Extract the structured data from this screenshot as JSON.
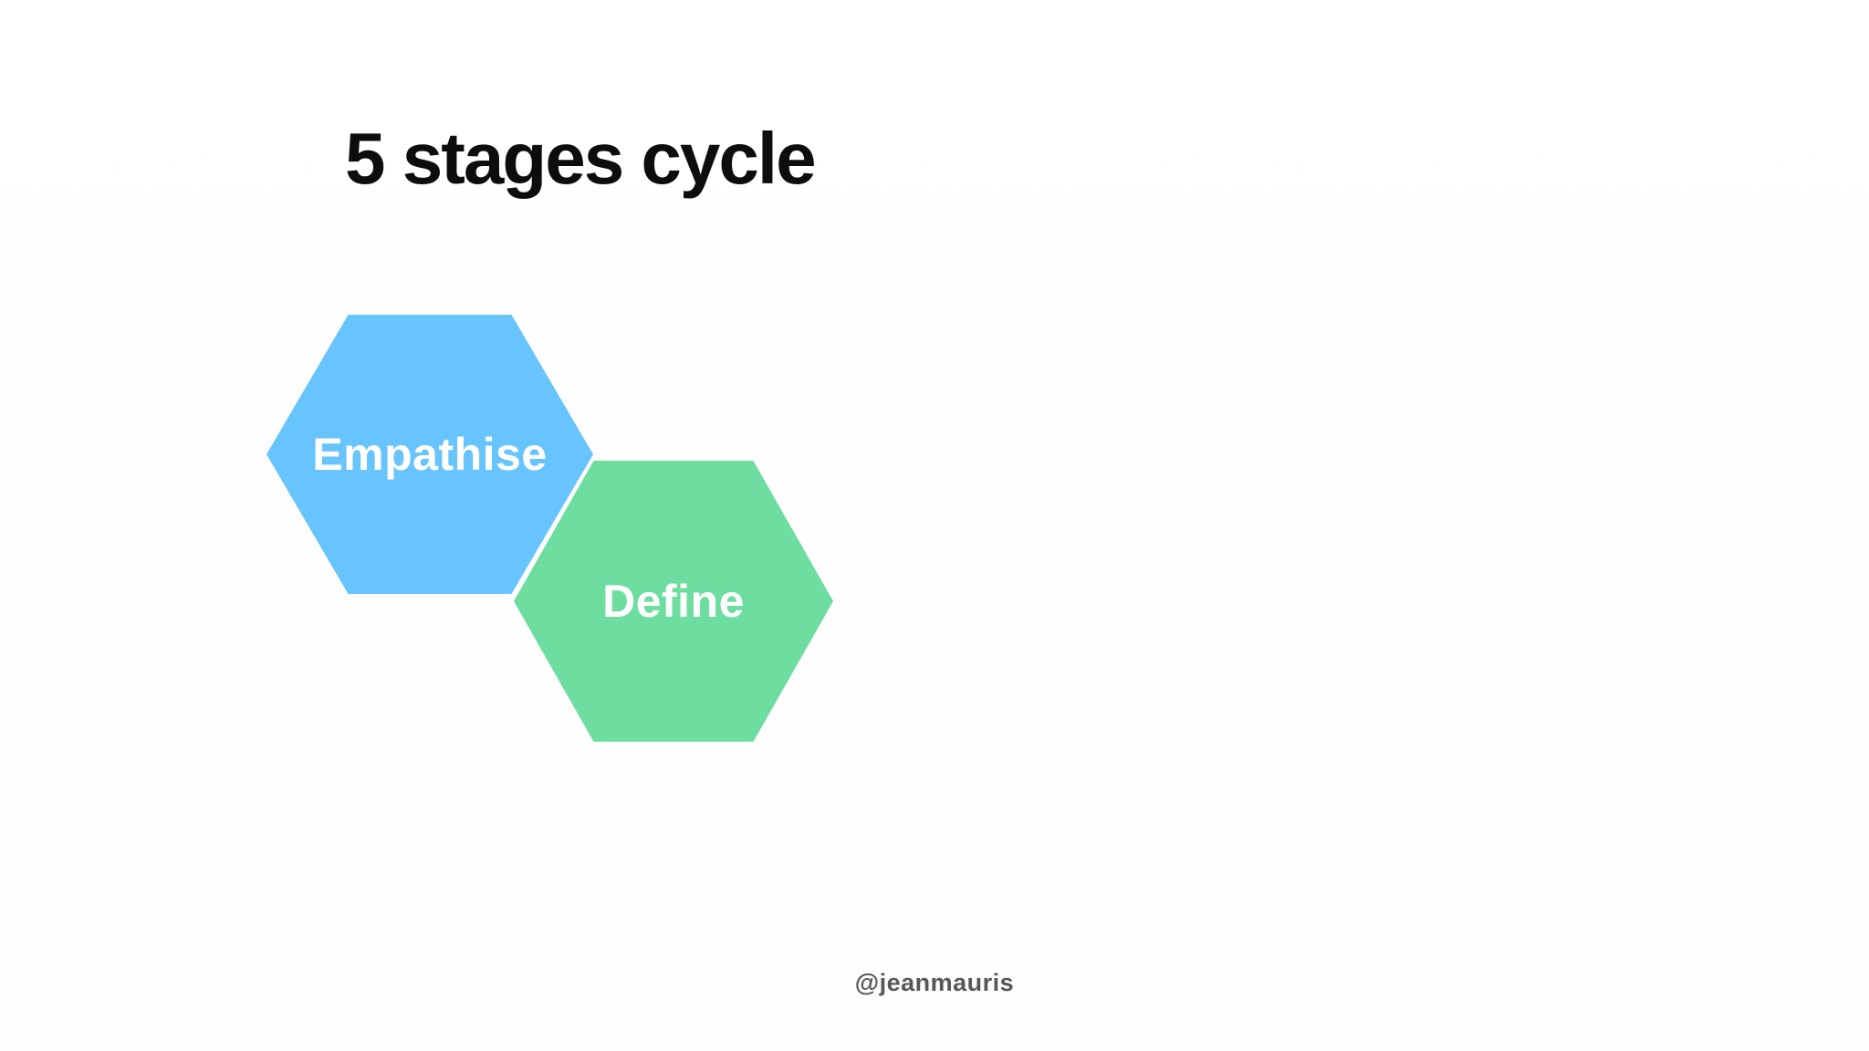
{
  "slide": {
    "title": "5 stages cycle",
    "watermark": "@jeanmauris",
    "stages": [
      {
        "id": "empathise",
        "label": "Empathise",
        "color": "#67c4fc"
      },
      {
        "id": "define",
        "label": "Define",
        "color": "#6edda0"
      }
    ],
    "colors": {
      "background": "#fefefe",
      "title_text": "#0d0d0d",
      "stage_text": "#ffffff",
      "watermark_text": "#57575b"
    }
  }
}
